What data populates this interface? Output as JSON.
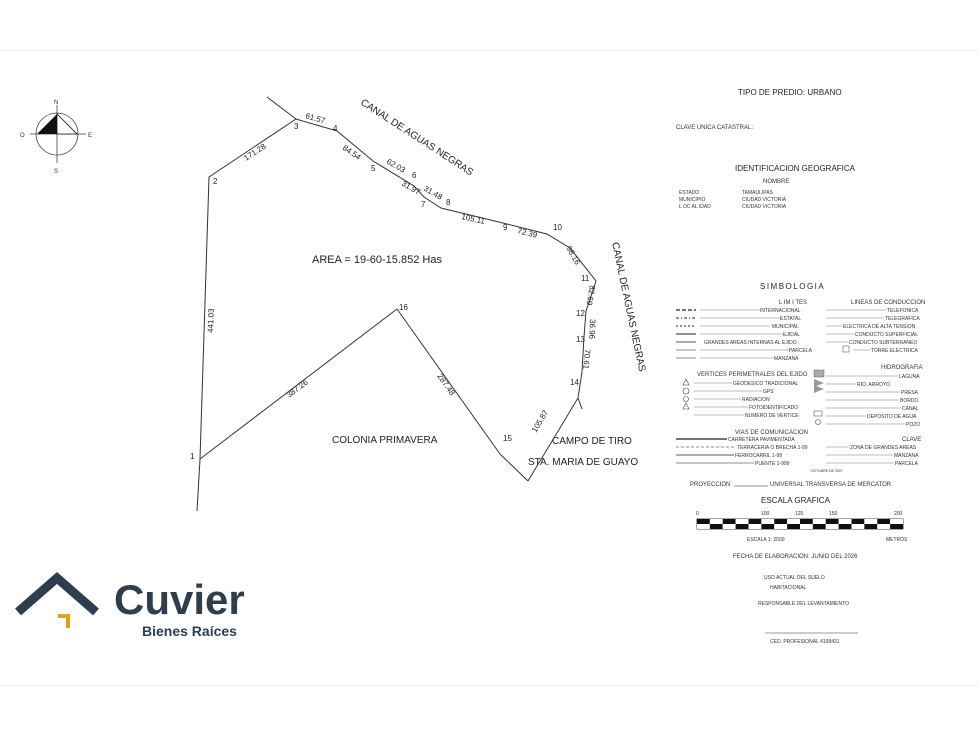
{
  "plot": {
    "area_label": "AREA = 19-60-15.852 Has",
    "canal_label_top": "CANAL DE AGUAS NEGRAS",
    "canal_label_right": "CANAL DE AGUAS NEGRAS",
    "colonia_label": "COLONIA PRIMAVERA",
    "campo_label": "CAMPO DE TIRO",
    "sta_maria_label": "STA. MARIA DE GUAYO",
    "vertices": [
      "1",
      "2",
      "3",
      "4",
      "5",
      "6",
      "7",
      "8",
      "9",
      "10",
      "11",
      "12",
      "13",
      "14",
      "15",
      "16"
    ],
    "distances": [
      "441.03",
      "171.28",
      "61.57",
      "84.54",
      "62.03",
      "31.97",
      "31.48",
      "105.11",
      "72.39",
      "98.16",
      "82.69",
      "36.96",
      "70.61",
      "105.87",
      "287.48",
      "387.26"
    ],
    "compass": {
      "n": "N",
      "s": "S",
      "e": "E",
      "o": "O"
    }
  },
  "sheet": {
    "tipo_predio": "TIPO DE PREDIO: URBANO",
    "clave_catastral": "CLAVE UNICA CATASTRAL:",
    "ident_geo": "IDENTIFICACION GEOGRAFICA",
    "nombre": "NOMBRE",
    "estado_k": "ESTADO",
    "estado_v": "TAMAULIPAS",
    "municipio_k": "MUNICIPIO",
    "municipio_v": "CIUDAD VICTORIA",
    "localidad_k": "L OC AL IDAD",
    "localidad_v": "CIUDAD VICTORIA",
    "simbologia": "SIMBOLOGIA",
    "limites": "L IM I TES",
    "lineas_conduccion": "LINEAS DE CONDUCCION",
    "left_limits": [
      "INTERNACIONAL",
      "ESTATAL",
      "MUNICIPAL",
      "EJIDAL",
      "GRANDES AREAS INTERNAS AL EJIDO",
      "PARCELA",
      "MANZANA"
    ],
    "right_conduction": [
      "TELEFONICA",
      "TELEGRAFICA",
      "ELECTRICA DE ALTA TENSION",
      "CONDUCTO SUPERFICIAL",
      "CONDUCTO SUBTERRANEO",
      "TORRE ELECTRICA"
    ],
    "vertices_title": "VERTICES PERIMETRALES DEL EJIDO",
    "vertices_items": [
      "GEODESICO TRADICIONAL",
      "GPS",
      "RADIACION",
      "FOTOIDENTIFICADO",
      "NUMERO DE VERTICE"
    ],
    "hidrografia": "HIDROGRAFIA",
    "hidro_items": [
      "LAGUNA",
      "RIO, ARROYO",
      "PRESA",
      "BORDO",
      "CANAL",
      "DEPOSITO DE AGUA",
      "POZO"
    ],
    "vias_title": "VIAS DE COMUNICACION",
    "vias_items": [
      "CARRETERA PAVIMENTADA",
      "TERRACERIA O BRECHA 1-99",
      "FERROCARRIL 1-99",
      "PUENTE 1-999"
    ],
    "clave_title": "CLAVE",
    "clave_items": [
      "ZONA DE GRANDES AREAS",
      "MANZANA",
      "PARCELA"
    ],
    "octubre": "OCTUBRE DE 2007",
    "proyeccion": "PROYECCION",
    "proyeccion_v": "UNIVERSAL TRANSVERSA DE MERCATOR",
    "escala_grafica": "ESCALA GRAFICA",
    "scale_ticks": [
      "0",
      "100",
      "125",
      "150",
      "200"
    ],
    "escala": "ESCALA 1: 2500",
    "metros": "METROS",
    "fecha": "FECHA DE ELABORACION: JUNIO DEL 2026",
    "uso_actual": "USO ACTUAL DEL SUELO",
    "habitacional": "HABITACIONAL",
    "responsable": "RESPONSABLE DEL LEVANTAMIENTO",
    "ced": "CED. PROFESIONAL 4198431"
  },
  "brand": {
    "name": "Cuvier",
    "tagline": "Bienes Raíces",
    "color_dark": "#2f3d4c",
    "color_accent": "#e0a21b"
  }
}
